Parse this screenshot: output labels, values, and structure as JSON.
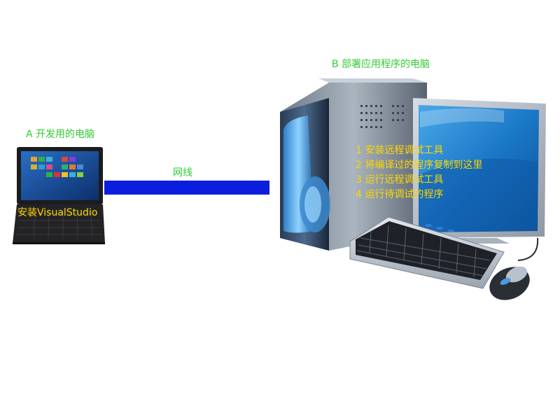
{
  "computer_a": {
    "title": "A 开发用的电脑",
    "install_label": "安装VisualStudio"
  },
  "network": {
    "label": "网线",
    "color": "#0b1ee0"
  },
  "computer_b": {
    "title": "B 部署应用程序的电脑",
    "steps": [
      "1 安装远程调试工具",
      "2 将编译过的程序复制到这里",
      "3 运行远程调试工具",
      "4 运行待调试的程序"
    ]
  },
  "colors": {
    "title_green": "#33cc33",
    "step_yellow": "#ffd700"
  }
}
